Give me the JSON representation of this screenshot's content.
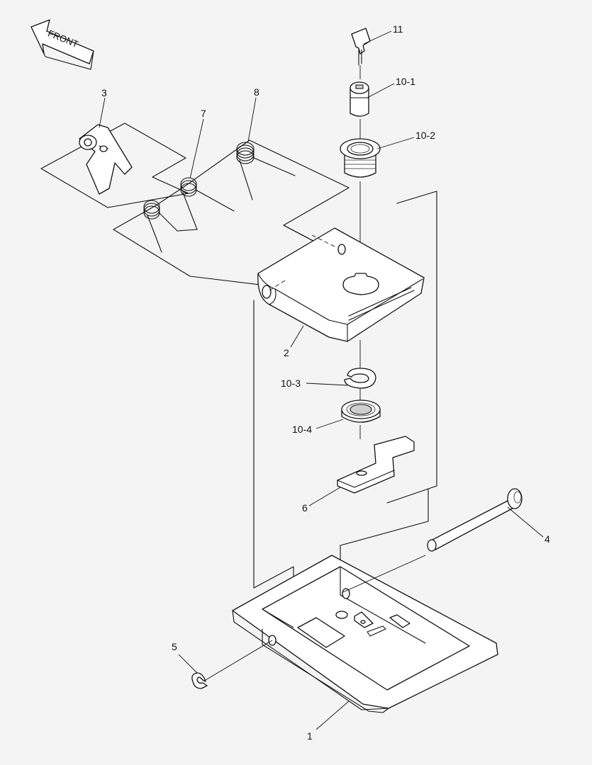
{
  "front_label": "FRONT",
  "callouts": [
    {
      "id": "c11",
      "text": "11"
    },
    {
      "id": "c10_1",
      "text": "10-1"
    },
    {
      "id": "c10_2",
      "text": "10-2"
    },
    {
      "id": "c3",
      "text": "3"
    },
    {
      "id": "c7",
      "text": "7"
    },
    {
      "id": "c8",
      "text": "8"
    },
    {
      "id": "c2",
      "text": "2"
    },
    {
      "id": "c10_3",
      "text": "10-3"
    },
    {
      "id": "c10_4",
      "text": "10-4"
    },
    {
      "id": "c6",
      "text": "6"
    },
    {
      "id": "c4",
      "text": "4"
    },
    {
      "id": "c5",
      "text": "5"
    },
    {
      "id": "c1",
      "text": "1"
    }
  ],
  "parts": {
    "key": {
      "callout": "11"
    },
    "lock_cylinder": {
      "callout": "10-1"
    },
    "lock_housing_nut": {
      "callout": "10-2"
    },
    "pawl": {
      "callout": "3"
    },
    "spring_left": {
      "callout": "7"
    },
    "spring_right": {
      "callout": "8"
    },
    "latch_cover": {
      "callout": "2"
    },
    "snap_ring": {
      "callout": "10-3"
    },
    "washer": {
      "callout": "10-4"
    },
    "cam_plate": {
      "callout": "6"
    },
    "pin": {
      "callout": "4"
    },
    "e_clip": {
      "callout": "5"
    },
    "base_pan": {
      "callout": "1"
    }
  }
}
